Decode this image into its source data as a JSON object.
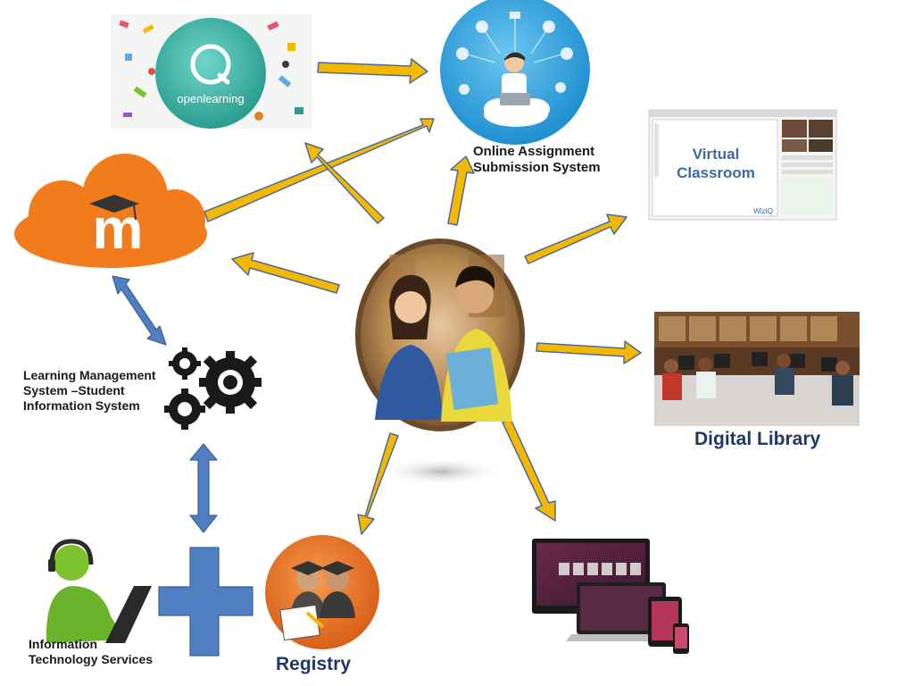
{
  "diagram": {
    "nodes": {
      "open_learning": {
        "logo_text": "openlearning"
      },
      "online_assignment": {
        "label_line1": "Online Assignment",
        "label_line2": "Submission System"
      },
      "virtual_classroom": {
        "screen_text_line1": "Virtual",
        "screen_text_line2": "Classroom",
        "watermark": "WizIQ"
      },
      "moodle": {
        "logo_letter": "m"
      },
      "lms": {
        "label_line1": "Learning Management",
        "label_line2": "System –Student",
        "label_line3": "Information System"
      },
      "digital_library": {
        "label": "Digital Library"
      },
      "it_services": {
        "label_line1": "Information",
        "label_line2": "Technology  Services"
      },
      "registry": {
        "label": "Registry"
      },
      "devices": {}
    },
    "colors": {
      "arrow_gold": "#f5b800",
      "arrow_edge": "#4a6a9a",
      "blue_connector": "#4f7fc0",
      "moodle_orange": "#f07c1e",
      "openlearning_teal": "#3cb7a8",
      "assignment_blue": "#2ea0d8",
      "registry_orange": "#e8712a",
      "it_green": "#7cc22e",
      "label_navy": "#1f3864"
    }
  }
}
